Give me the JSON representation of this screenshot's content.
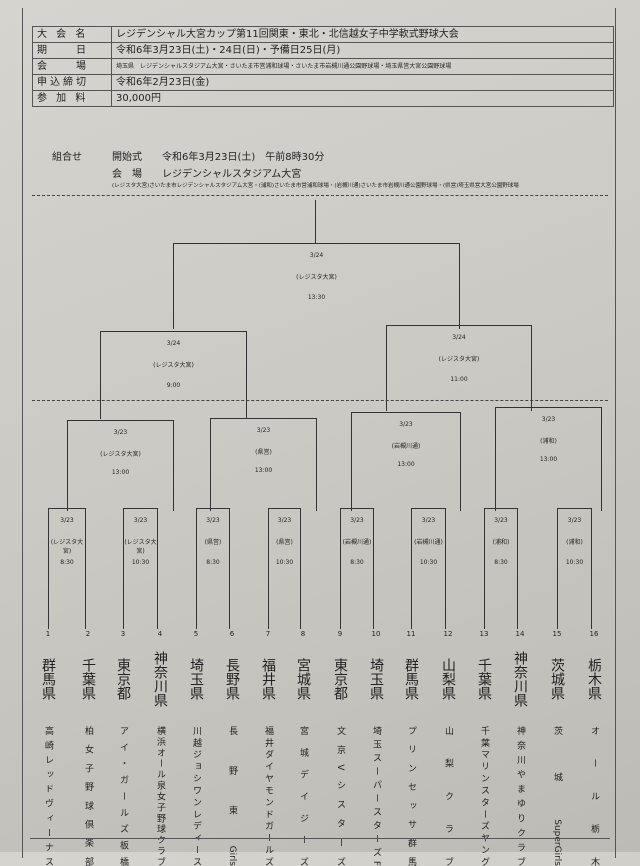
{
  "header": {
    "rows": [
      {
        "label": "大 会 名",
        "value": "レジデンシャル大宮カップ第11回関東・東北・北信越女子中学軟式野球大会"
      },
      {
        "label": "期　　日",
        "value": "令和6年3月23日(土)・24日(日)・予備日25日(月)"
      },
      {
        "label": "会　　場",
        "value": "埼玉県　レジデンシャルスタジアム大宮・さいたま市営浦和球場・さいたま市岩槻川通公園野球場・埼玉県営大宮公園野球場"
      },
      {
        "label": "申込締切",
        "value": "令和6年2月23日(金)"
      },
      {
        "label": "参 加 料",
        "value": "30,000円"
      }
    ]
  },
  "schedule": {
    "label": "組合せ",
    "opening_label": "開始式",
    "opening_value": "令和6年3月23日(土)　午前8時30分",
    "venue_label": "会　場",
    "venue_value": "レジデンシャルスタジアム大宮",
    "venue_note": "(レジスタ大宮)さいたま市レジデンシャルスタジアム大宮・(浦和)さいたま市営浦和球場・(岩槻川通)さいたま市岩槻川通公園野球場・(県営)埼玉県営大宮公園野球場"
  },
  "bracket": {
    "final": {
      "date": "3/24",
      "venue": "(レジスタ大宮)",
      "time": "13:30"
    },
    "semifinals": [
      {
        "date": "3/24",
        "venue": "(レジスタ大宮)",
        "time": "9:00"
      },
      {
        "date": "3/24",
        "venue": "(レジスタ大宮)",
        "time": "11:00"
      }
    ],
    "quarterfinals": [
      {
        "date": "3/23",
        "venue": "(レジスタ大宮)",
        "time": "13:00"
      },
      {
        "date": "3/23",
        "venue": "(県営)",
        "time": "13:00"
      },
      {
        "date": "3/23",
        "venue": "(岩槻川通)",
        "time": "13:00"
      },
      {
        "date": "3/23",
        "venue": "(浦和)",
        "time": "13:00"
      }
    ],
    "first_round": [
      {
        "date": "3/23",
        "venue": "(レジスタ大宮)",
        "time": "8:30"
      },
      {
        "date": "3/23",
        "venue": "(レジスタ大宮)",
        "time": "10:30"
      },
      {
        "date": "3/23",
        "venue": "(県営)",
        "time": "8:30"
      },
      {
        "date": "3/23",
        "venue": "(県営)",
        "time": "10:30"
      },
      {
        "date": "3/23",
        "venue": "(岩槻川通)",
        "time": "8:30"
      },
      {
        "date": "3/23",
        "venue": "(岩槻川通)",
        "time": "10:30"
      },
      {
        "date": "3/23",
        "venue": "(浦和)",
        "time": "8:30"
      },
      {
        "date": "3/23",
        "venue": "(浦和)",
        "time": "10:30"
      }
    ]
  },
  "teams": [
    {
      "num": "1",
      "pref": "群馬県",
      "name": "高崎レッドヴィーナス"
    },
    {
      "num": "2",
      "pref": "千葉県",
      "name": "柏女子野球倶楽部"
    },
    {
      "num": "3",
      "pref": "東京都",
      "name": "アイ・ガールズ板橋"
    },
    {
      "num": "4",
      "pref": "神奈川県",
      "name": "横浜オール泉女子野球クラブ"
    },
    {
      "num": "5",
      "pref": "埼玉県",
      "name": "川越ジョシワンレディース"
    },
    {
      "num": "6",
      "pref": "長野県",
      "name": "長野東Girls"
    },
    {
      "num": "7",
      "pref": "福井県",
      "name": "福井ダイヤモンドガールズ"
    },
    {
      "num": "8",
      "pref": "宮城県",
      "name": "宮城デイジーズ"
    },
    {
      "num": "9",
      "pref": "東京都",
      "name": "文京Vシスターズ"
    },
    {
      "num": "10",
      "pref": "埼玉県",
      "name": "埼玉スーパースターズF"
    },
    {
      "num": "11",
      "pref": "群馬県",
      "name": "プリンセッサ群馬"
    },
    {
      "num": "12",
      "pref": "山梨県",
      "name": "山梨クラブ"
    },
    {
      "num": "13",
      "pref": "千葉県",
      "name": "千葉マリンスターズヤング"
    },
    {
      "num": "14",
      "pref": "神奈川県",
      "name": "神奈川やまゆりクラブ"
    },
    {
      "num": "15",
      "pref": "茨城県",
      "name": "茨城SuperGirls"
    },
    {
      "num": "16",
      "pref": "栃木県",
      "name": "オール栃木"
    }
  ]
}
